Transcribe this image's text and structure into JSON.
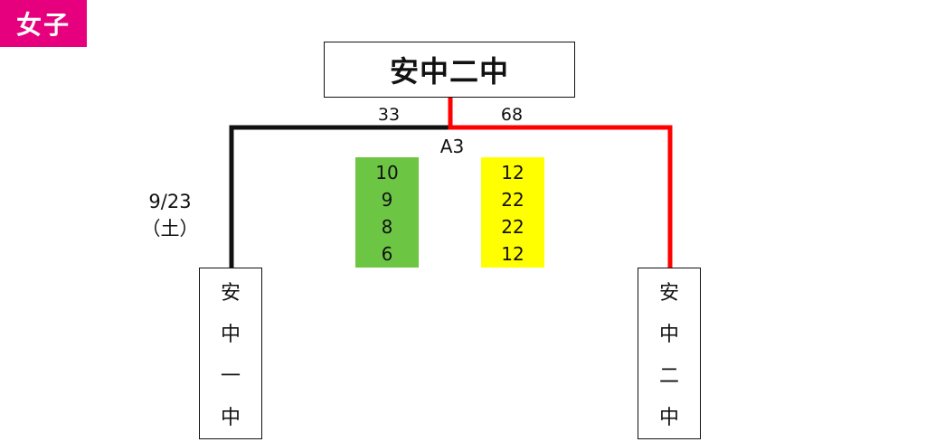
{
  "header": {
    "category_label": "女子"
  },
  "match": {
    "winner": "安中二中",
    "match_id": "A3",
    "date_line1": "9/23",
    "date_line2": "（土）",
    "left_score": "33",
    "right_score": "68",
    "left_periods": [
      "10",
      "9",
      "8",
      "6"
    ],
    "right_periods": [
      "12",
      "22",
      "22",
      "12"
    ],
    "left_team_chars": [
      "安",
      "中",
      "一",
      "中"
    ],
    "right_team_chars": [
      "安",
      "中",
      "二",
      "中"
    ]
  },
  "colors": {
    "tag_bg": "#e6007e",
    "winner_line": "#ff0000",
    "loser_line": "#111111",
    "left_period_bg": "#6cc644",
    "right_period_bg": "#ffff00"
  }
}
